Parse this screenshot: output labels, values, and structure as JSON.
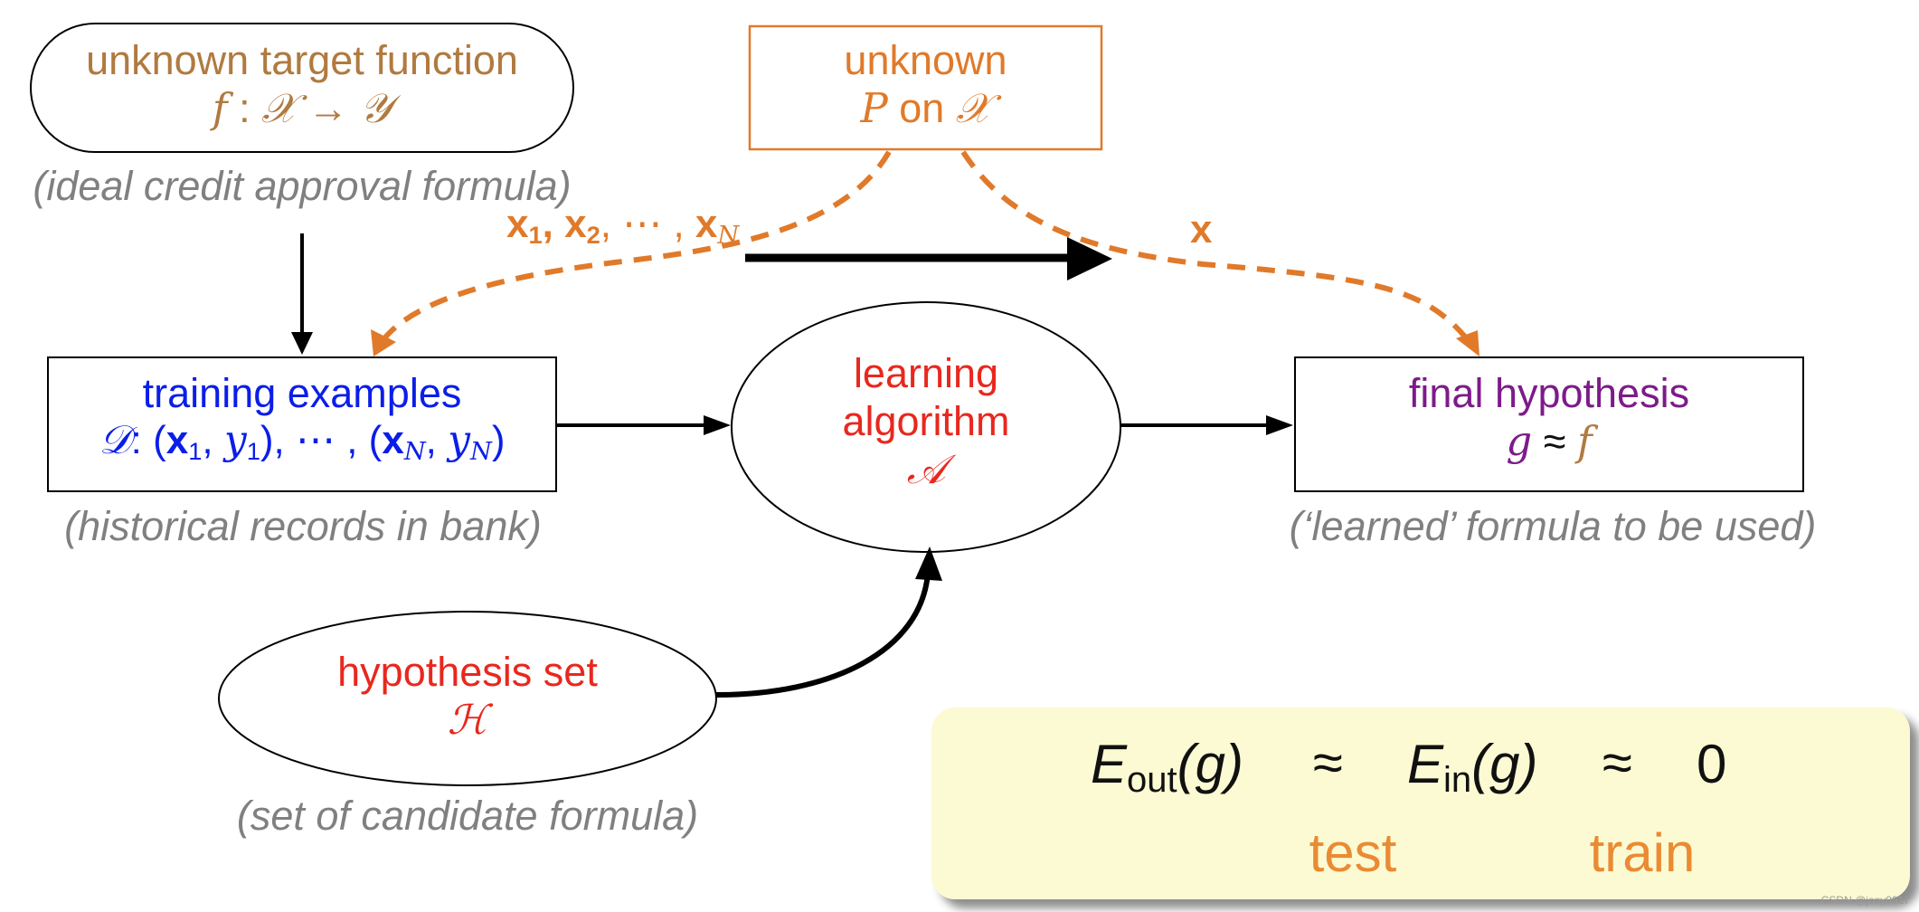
{
  "colors": {
    "target": "#b07a40",
    "distribution": "#e07a2a",
    "training": "#0a1ee8",
    "algorithm": "#e8281e",
    "hypothesis_set": "#e8281e",
    "final": "#7d1b8a",
    "caption": "#808080",
    "underbrace_label": "#ea8b33",
    "panel_bg": "#fcfad3"
  },
  "target": {
    "line1": "unknown target function",
    "f": "f",
    "colon": ":",
    "X": "𝒳",
    "arrow": "→",
    "Y": "𝒴",
    "caption": "(ideal credit approval formula)"
  },
  "distribution": {
    "line1": "unknown",
    "P": "P",
    "on": "on",
    "X": "𝒳"
  },
  "samples_label": {
    "x": "x",
    "sub1": "1",
    "sub2": "2",
    "dots": ", ⋯ ,",
    "subN": "N",
    "comma": ","
  },
  "test_point_label": "x",
  "training": {
    "line1": "training examples",
    "D": "𝒟",
    "colon": ":",
    "open": "(",
    "x": "x",
    "sub1": "1",
    "y": "y",
    "subN": "N",
    "close": ")",
    "dots": ", ⋯ ,",
    "comma": ",",
    "caption": "(historical records in bank)"
  },
  "algorithm": {
    "line1": "learning",
    "line2": "algorithm",
    "symbol": "𝒜"
  },
  "final": {
    "line1": "final hypothesis",
    "g": "g",
    "approx": "≈",
    "f": "f",
    "caption": "(‘learned’ formula to be used)"
  },
  "hypothesis_set": {
    "line1": "hypothesis set",
    "symbol": "ℋ",
    "caption": "(set of candidate formula)"
  },
  "formula": {
    "E": "E",
    "out": "out",
    "in": "in",
    "g": "(g)",
    "approx": "≈",
    "zero": "0",
    "test": "test",
    "train": "train"
  },
  "watermark": "CSDN @jony0917"
}
